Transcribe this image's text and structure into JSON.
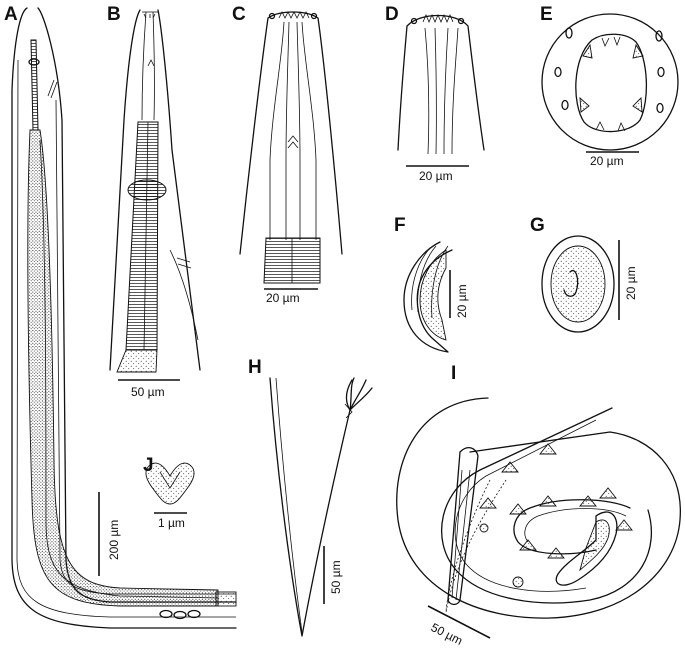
{
  "panels": [
    {
      "id": "A",
      "label": "A",
      "scale": "200 µm"
    },
    {
      "id": "B",
      "label": "B",
      "scale": "50 µm"
    },
    {
      "id": "C",
      "label": "C",
      "scale": "20 µm"
    },
    {
      "id": "D",
      "label": "D",
      "scale": "20 µm"
    },
    {
      "id": "E",
      "label": "E",
      "scale": "20 µm"
    },
    {
      "id": "F",
      "label": "F",
      "scale": "20 µm"
    },
    {
      "id": "G",
      "label": "G",
      "scale": "20 µm"
    },
    {
      "id": "H",
      "label": "H",
      "scale": "50 µm"
    },
    {
      "id": "I",
      "label": "I",
      "scale": "50 µm"
    },
    {
      "id": "J",
      "label": "J",
      "scale": "1 µm"
    }
  ]
}
